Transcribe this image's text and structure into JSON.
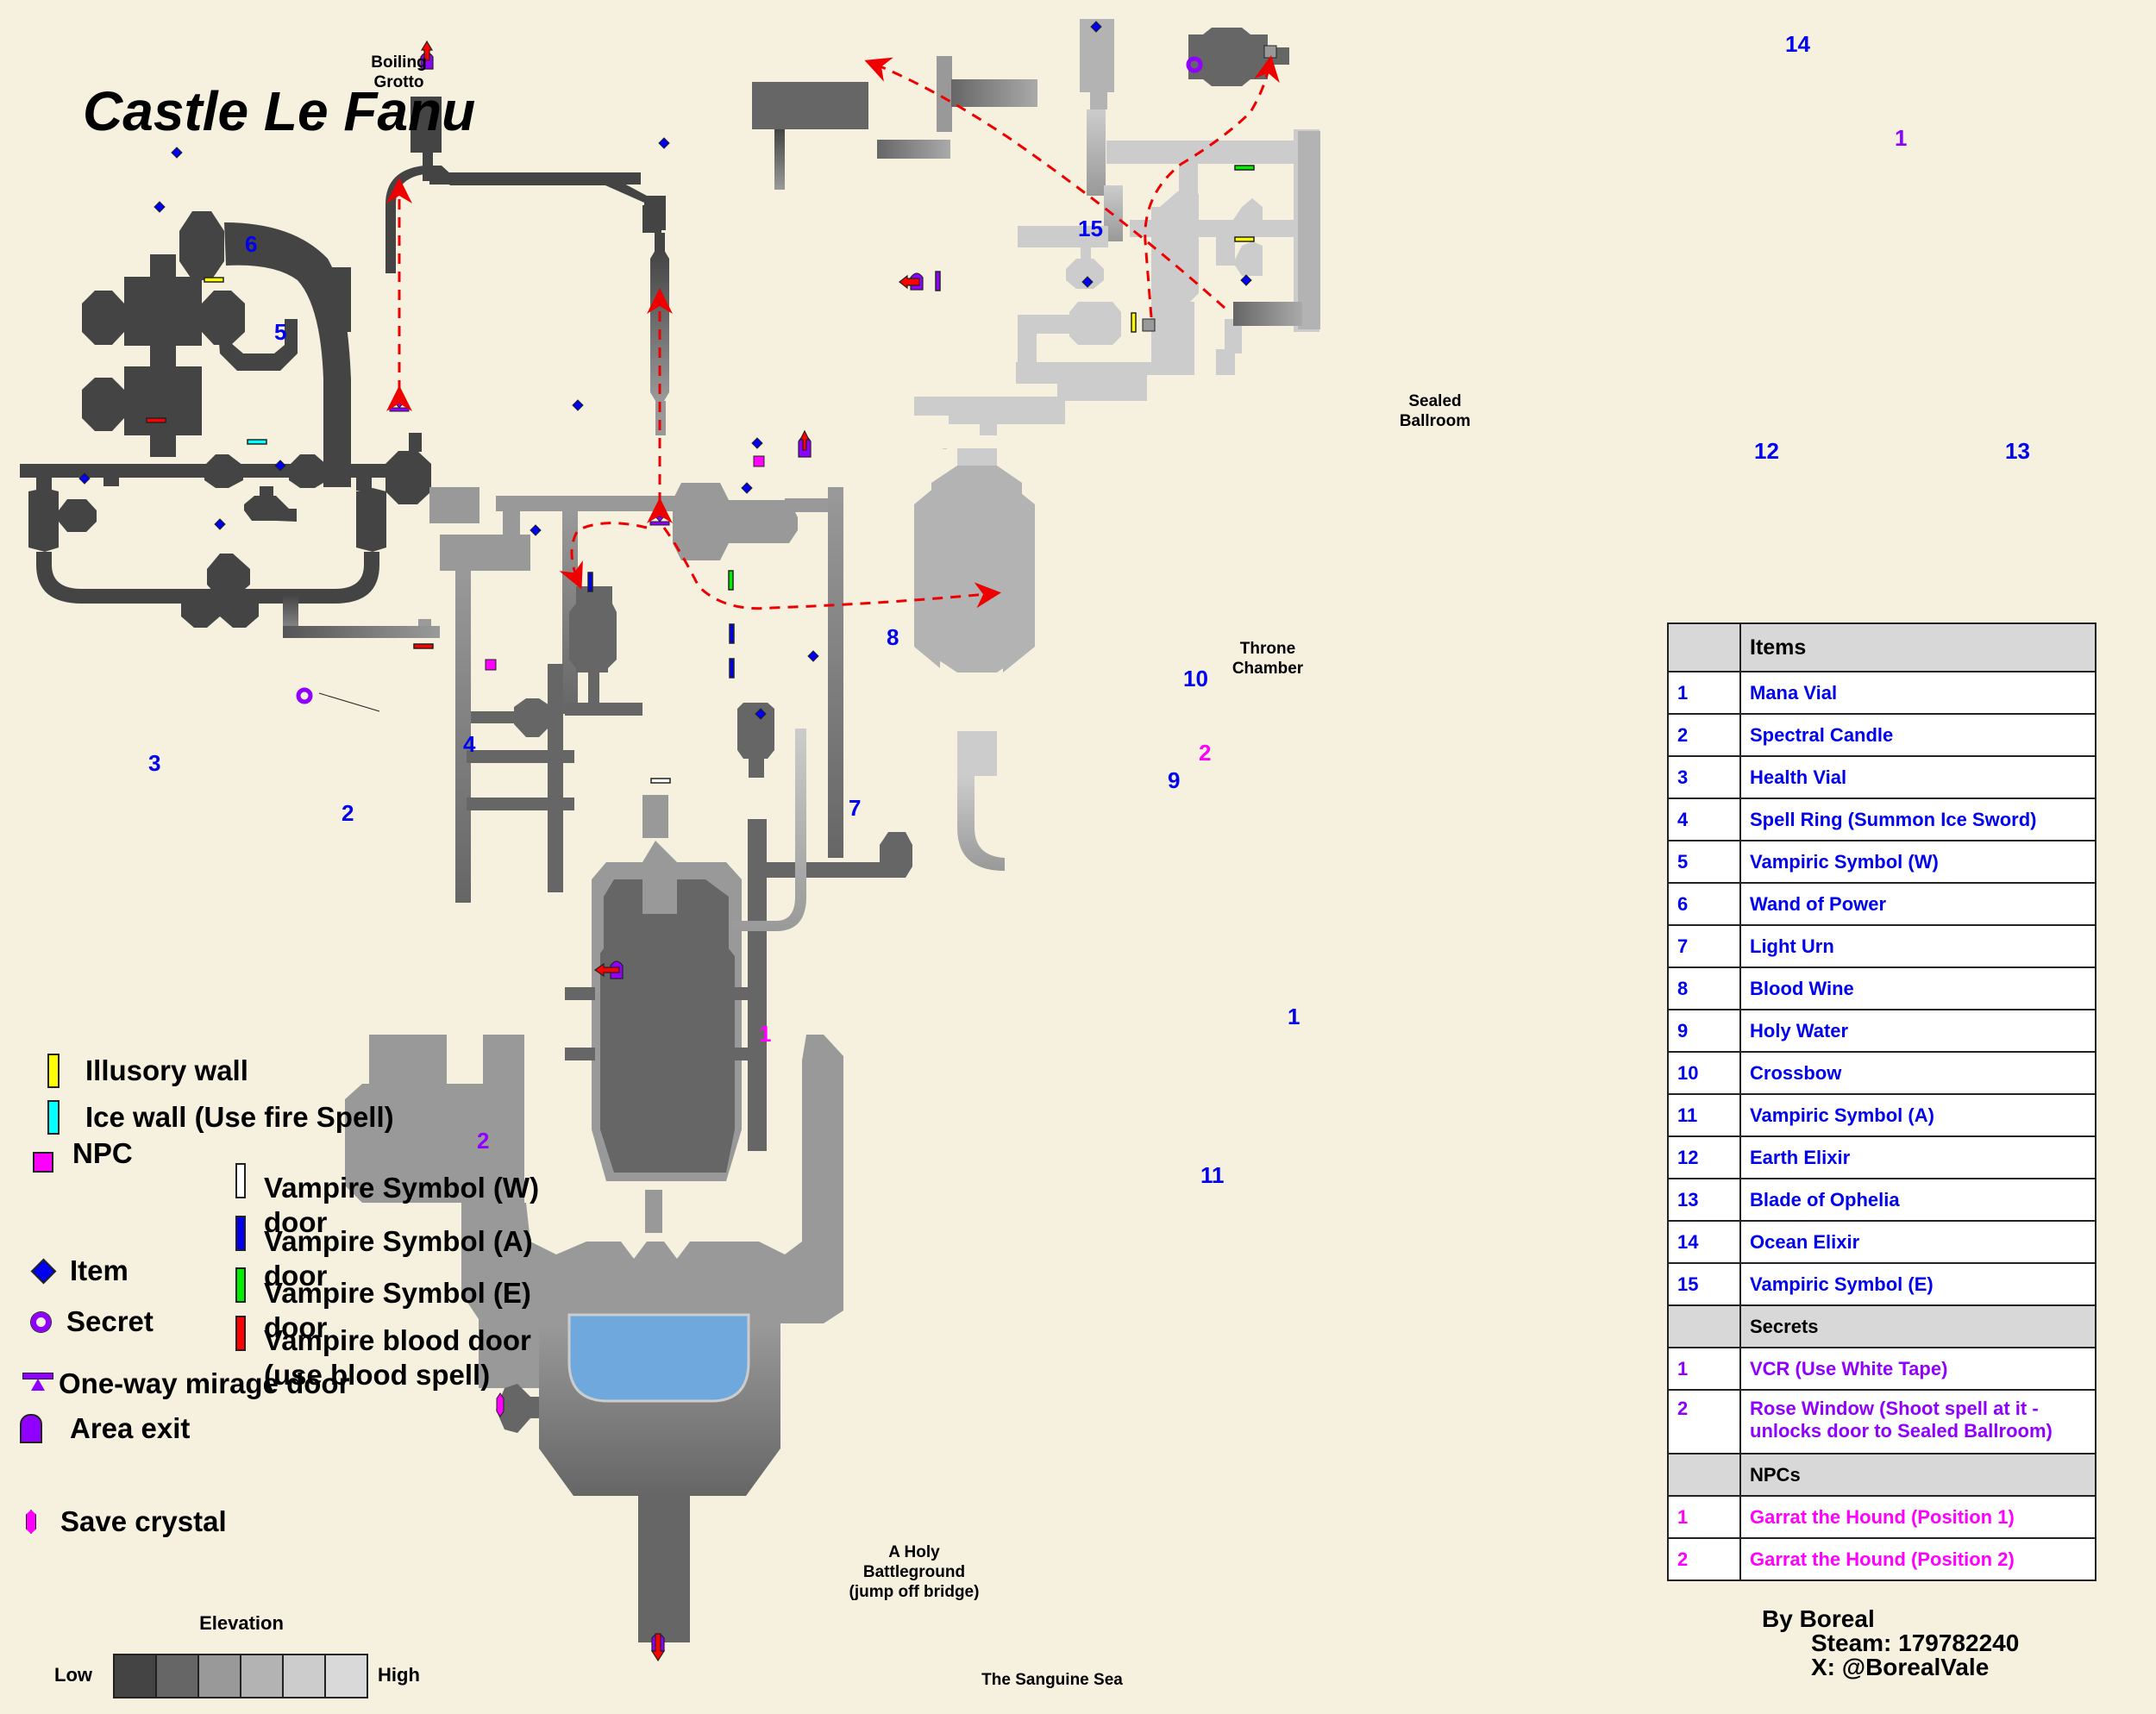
{
  "title": "Castle Le Fanu",
  "area_exits": [
    {
      "label": "Boiling\nGrotto"
    },
    {
      "label": "Throne\nChamber"
    },
    {
      "label": "Sealed\nBallroom"
    },
    {
      "label": "A Holy\nBattleground\n(jump off bridge)"
    },
    {
      "label": "The Sanguine Sea"
    }
  ],
  "map_markers": {
    "items": [
      "1",
      "2",
      "3",
      "4",
      "5",
      "6",
      "7",
      "8",
      "9",
      "10",
      "11",
      "12",
      "13",
      "14",
      "15"
    ],
    "secrets": [
      "1",
      "2"
    ],
    "npcs": [
      "1",
      "2"
    ]
  },
  "legend": {
    "left": [
      {
        "icon": "illusory-wall",
        "label": "Illusory wall",
        "color": "#ffff00"
      },
      {
        "icon": "ice-wall",
        "label": "Ice wall (Use fire Spell)",
        "color": "#00ffff"
      },
      {
        "icon": "npc",
        "label": "NPC",
        "color": "#ff00ff"
      },
      {
        "icon": "item",
        "label": "Item",
        "color": "#0000ee"
      },
      {
        "icon": "secret",
        "label": "Secret",
        "color": "#9000ff"
      },
      {
        "icon": "mirage-door",
        "label": "One-way mirage door",
        "color": "#9000ff"
      },
      {
        "icon": "area-exit",
        "label": "Area exit",
        "color": "#9000ff"
      },
      {
        "icon": "save-crystal",
        "label": "Save crystal",
        "color": "#ff00ff"
      }
    ],
    "doors": [
      {
        "label": "Vampire Symbol (W)\ndoor",
        "color": "#ffffff"
      },
      {
        "label": "Vampire Symbol (A)\ndoor",
        "color": "#0000ee"
      },
      {
        "label": "Vampire Symbol (E)\ndoor",
        "color": "#00ee00"
      },
      {
        "label": "Vampire blood door\n(use blood spell)",
        "color": "#ff0000"
      }
    ],
    "elevation": {
      "title": "Elevation",
      "low": "Low",
      "high": "High",
      "colors": [
        "#444444",
        "#666666",
        "#999999",
        "#b3b3b3",
        "#cccccc",
        "#d9d9d9"
      ]
    }
  },
  "table": {
    "items_header": "Items",
    "items": [
      {
        "n": "1",
        "name": "Mana Vial"
      },
      {
        "n": "2",
        "name": "Spectral Candle"
      },
      {
        "n": "3",
        "name": "Health Vial"
      },
      {
        "n": "4",
        "name": "Spell Ring (Summon Ice Sword)"
      },
      {
        "n": "5",
        "name": "Vampiric Symbol (W)"
      },
      {
        "n": "6",
        "name": "Wand of Power"
      },
      {
        "n": "7",
        "name": "Light Urn"
      },
      {
        "n": "8",
        "name": "Blood Wine"
      },
      {
        "n": "9",
        "name": "Holy Water"
      },
      {
        "n": "10",
        "name": "Crossbow"
      },
      {
        "n": "11",
        "name": "Vampiric Symbol (A)"
      },
      {
        "n": "12",
        "name": "Earth Elixir"
      },
      {
        "n": "13",
        "name": "Blade of Ophelia"
      },
      {
        "n": "14",
        "name": "Ocean Elixir"
      },
      {
        "n": "15",
        "name": "Vampiric Symbol (E)"
      }
    ],
    "secrets_header": "Secrets",
    "secrets": [
      {
        "n": "1",
        "name": "VCR (Use White Tape)"
      },
      {
        "n": "2",
        "name": "Rose Window (Shoot spell at it - unlocks door to Sealed Ballroom)"
      }
    ],
    "npcs_header": "NPCs",
    "npcs": [
      {
        "n": "1",
        "name": "Garrat the Hound (Position 1)"
      },
      {
        "n": "2",
        "name": "Garrat the Hound (Position 2)"
      }
    ]
  },
  "credits": {
    "author": "By Boreal",
    "steam": "Steam: 179782240",
    "x": "X: @BorealVale"
  }
}
